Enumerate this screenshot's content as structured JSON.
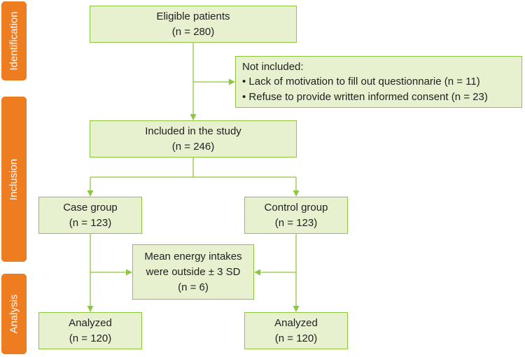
{
  "phases": {
    "identification": "Identification",
    "inclusion": "Inclusion",
    "analysis": "Analysis"
  },
  "eligible": {
    "title": "Eligible patients",
    "count": "(n = 280)"
  },
  "not_included": {
    "title": "Not included:",
    "reasons": [
      "Lack of motivation to fill out questionnarie (n = 11)",
      "Refuse to provide written informed consent (n = 23)"
    ]
  },
  "included": {
    "title": "Included in the study",
    "count": "(n = 246)"
  },
  "case_group": {
    "title": "Case group",
    "count": "(n = 123)"
  },
  "control_group": {
    "title": "Control group",
    "count": "(n = 123)"
  },
  "excluded_energy": {
    "line1": "Mean energy intakes",
    "line2": "were outside ± 3 SD",
    "count": "(n = 6)"
  },
  "case_analyzed": {
    "title": "Analyzed",
    "count": "(n = 120)"
  },
  "control_analyzed": {
    "title": "Analyzed",
    "count": "(n = 120)"
  },
  "colors": {
    "box_fill": "#e7f0cf",
    "box_border": "#8dc63f",
    "phase": "#ee7d22",
    "arrow": "#8dc63f"
  }
}
